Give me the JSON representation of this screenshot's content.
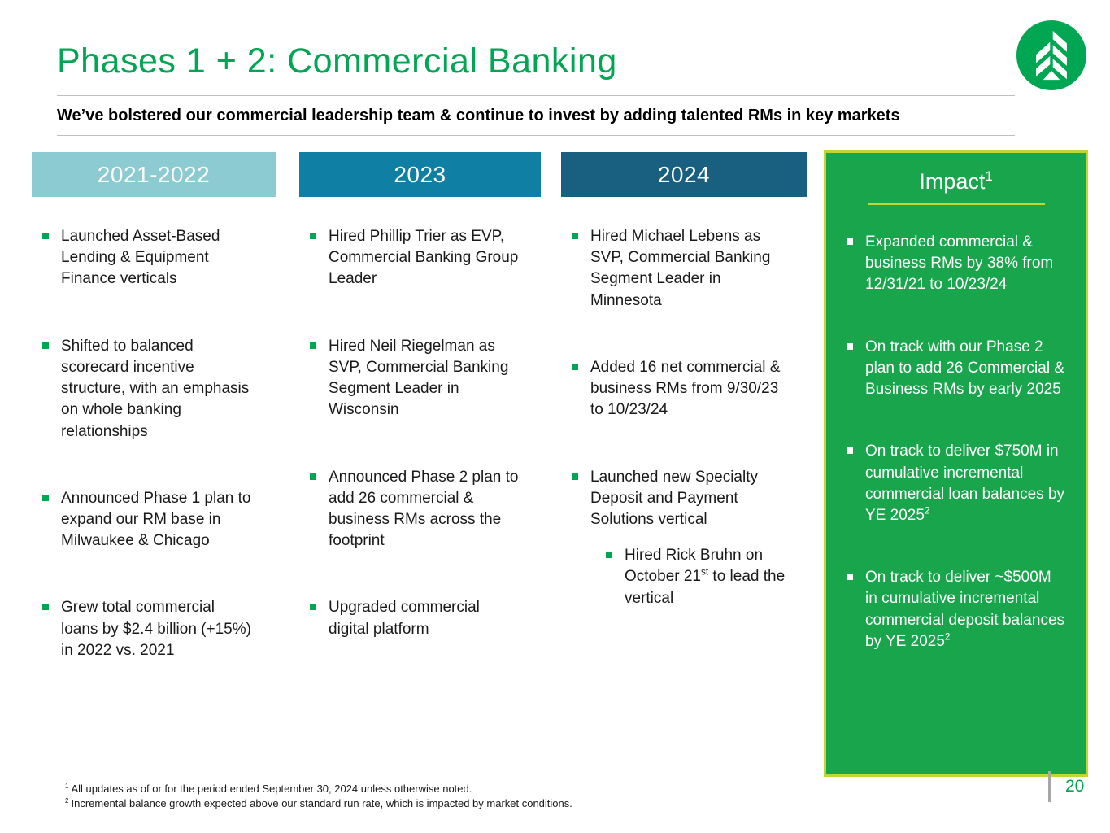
{
  "slide": {
    "title": "Phases 1 + 2: Commercial Banking",
    "subtitle": "We’ve bolstered our commercial leadership team & continue to invest by adding talented RMs in key markets",
    "page_number": "20"
  },
  "columns": [
    {
      "header": "2021-2022",
      "bullets": [
        "Launched Asset-Based Lending & Equipment Finance verticals",
        "Shifted to balanced scorecard incentive structure, with an emphasis on whole banking relationships",
        "Announced Phase 1 plan to expand our RM base in Milwaukee & Chicago",
        "Grew total commercial loans by $2.4 billion (+15%) in 2022 vs. 2021"
      ]
    },
    {
      "header": "2023",
      "bullets": [
        "Hired Phillip Trier as EVP, Commercial Banking Group Leader",
        "Hired Neil Riegelman as SVP, Commercial Banking Segment Leader in Wisconsin",
        "Announced Phase 2 plan to add 26 commercial & business RMs across the footprint",
        "Upgraded commercial digital platform"
      ]
    },
    {
      "header": "2024",
      "bullets": [
        "Hired Michael Lebens as SVP, Commercial Banking Segment Leader in Minnesota",
        "Added 16 net commercial & business RMs from 9/30/23 to 10/23/24",
        "Launched new Specialty Deposit and Payment Solutions vertical"
      ],
      "sub_bullet": {
        "pre": "Hired Rick Bruhn on October 21",
        "sup": "st",
        "post": " to lead the vertical"
      }
    }
  ],
  "impact": {
    "header": "Impact",
    "header_sup": "1",
    "bullets": [
      {
        "pre": "Expanded commercial & business RMs by 38% from 12/31/21 to 10/23/24",
        "sup": "",
        "post": ""
      },
      {
        "pre": "On track with our Phase 2 plan to add 26 Commercial & Business RMs by early 2025",
        "sup": "",
        "post": ""
      },
      {
        "pre": "On track to deliver $750M in cumulative incremental commercial loan balances by YE 2025",
        "sup": "2",
        "post": ""
      },
      {
        "pre": "On track to deliver ~$500M in cumulative incremental commercial deposit balances by YE 2025",
        "sup": "2",
        "post": ""
      }
    ]
  },
  "footnotes": [
    {
      "sup": "1",
      "text": "All updates as of or for the period ended September 30, 2024 unless otherwise noted."
    },
    {
      "sup": "2",
      "text": "Incremental balance growth expected above our standard run rate, which is impacted by market conditions."
    }
  ],
  "colors": {
    "accent_green": "#00A651",
    "header_2021_2022": "#8CCBD1",
    "header_2023": "#0F80A4",
    "header_2024": "#195F7F",
    "impact_fill": "#18A54B",
    "impact_border": "#BFD730",
    "rule_gray": "#BFBFBF"
  }
}
